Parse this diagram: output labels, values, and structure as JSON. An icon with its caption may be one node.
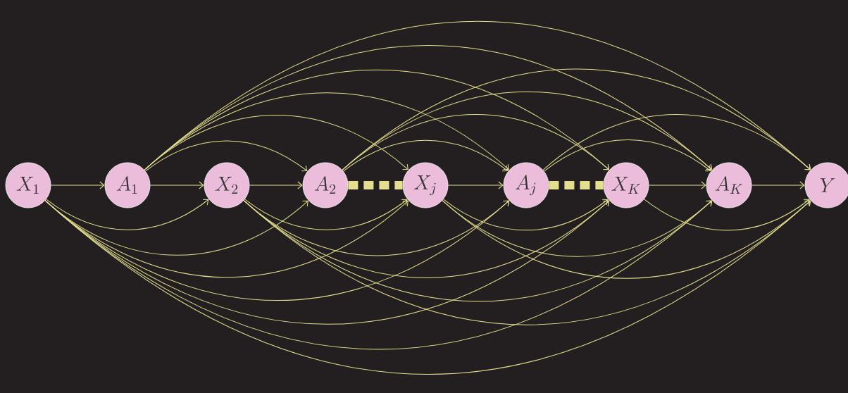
{
  "diagram": {
    "nodes": [
      {
        "text": [
          "X_1"
        ]
      },
      {
        "text": [
          "A_1"
        ]
      },
      {
        "text": [
          "X_2"
        ]
      },
      {
        "text": [
          "A_2"
        ]
      },
      {
        "text": [
          "X_j"
        ]
      },
      {
        "text": [
          "A_j"
        ]
      },
      {
        "text": [
          "X_K"
        ]
      },
      {
        "text": [
          "A_K"
        ]
      },
      {
        "text": [
          "Y"
        ]
      }
    ],
    "edges": [
      {
        "from": 0,
        "to": 1,
        "arrow": "to"
      },
      {
        "from": 1,
        "to": 2,
        "arrow": "to"
      },
      {
        "from": 2,
        "to": 3,
        "arrow": "to"
      },
      {
        "from": 3,
        "to": 4,
        "arrow": "none",
        "style": "dashed"
      },
      {
        "from": 4,
        "to": 5,
        "arrow": "to"
      },
      {
        "from": 5,
        "to": 6,
        "arrow": "none",
        "style": "dashed"
      },
      {
        "from": 6,
        "to": 7,
        "arrow": "to"
      },
      {
        "from": 7,
        "to": 8,
        "arrow": "to"
      },
      {
        "from": 0,
        "to": 2,
        "arrow": "to"
      },
      {
        "from": 0,
        "to": 3,
        "arrow": "to"
      },
      {
        "from": 0,
        "to": 4,
        "arrow": "to"
      },
      {
        "from": 0,
        "to": 5,
        "arrow": "to"
      },
      {
        "from": 0,
        "to": 6,
        "arrow": "to"
      },
      {
        "from": 0,
        "to": 7,
        "arrow": "to"
      },
      {
        "from": 0,
        "to": 8,
        "arrow": "to"
      },
      {
        "from": 1,
        "to": 3,
        "arrow": "to"
      },
      {
        "from": 1,
        "to": 4,
        "arrow": "to"
      },
      {
        "from": 1,
        "to": 5,
        "arrow": "to"
      },
      {
        "from": 1,
        "to": 6,
        "arrow": "to"
      },
      {
        "from": 1,
        "to": 7,
        "arrow": "to"
      },
      {
        "from": 1,
        "to": 8,
        "arrow": "to"
      },
      {
        "from": 2,
        "to": 4,
        "arrow": "to"
      },
      {
        "from": 2,
        "to": 5,
        "arrow": "to"
      },
      {
        "from": 2,
        "to": 6,
        "arrow": "to"
      },
      {
        "from": 2,
        "to": 7,
        "arrow": "to"
      },
      {
        "from": 2,
        "to": 8,
        "arrow": "to"
      },
      {
        "from": 3,
        "to": 5,
        "arrow": "to"
      },
      {
        "from": 3,
        "to": 6,
        "arrow": "to"
      },
      {
        "from": 3,
        "to": 7,
        "arrow": "to"
      },
      {
        "from": 3,
        "to": 8,
        "arrow": "to"
      },
      {
        "from": 4,
        "to": 6,
        "arrow": "to"
      },
      {
        "from": 4,
        "to": 7,
        "arrow": "to"
      },
      {
        "from": 4,
        "to": 8,
        "arrow": "to"
      },
      {
        "from": 5,
        "to": 7,
        "arrow": "to"
      },
      {
        "from": 5,
        "to": 8,
        "arrow": "to"
      },
      {
        "from": 6,
        "to": 8,
        "arrow": "to"
      }
    ]
  }
}
